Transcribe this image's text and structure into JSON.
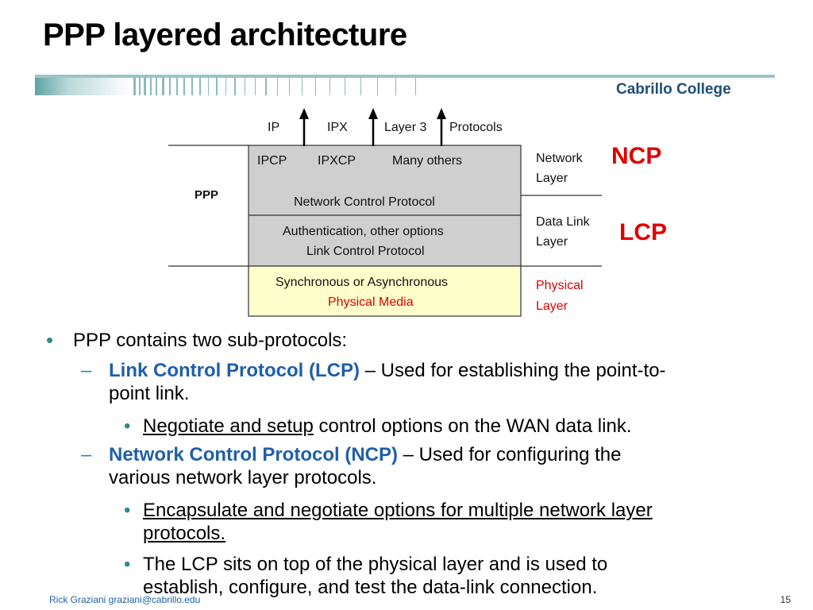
{
  "title": "PPP layered architecture",
  "brand": "Cabrillo College",
  "diagram": {
    "top_labels": [
      "IP",
      "IPX",
      "Layer 3",
      "Protocols"
    ],
    "ppp_label": "PPP",
    "ncp_row": [
      "IPCP",
      "IPXCP",
      "Many others"
    ],
    "ncp_name": "Network Control Protocol",
    "lcp_line1": "Authentication, other options",
    "lcp_line2": "Link Control Protocol",
    "phys_line1": "Synchronous or Asynchronous",
    "phys_line2": "Physical Media",
    "layer_network": [
      "Network",
      "Layer"
    ],
    "layer_datalink": [
      "Data Link",
      "Layer"
    ],
    "layer_physical": [
      "Physical",
      "Layer"
    ],
    "ncp_big": "NCP",
    "lcp_big": "LCP"
  },
  "bullets": {
    "b1": "PPP contains two sub-protocols:",
    "lcp_head": "Link Control Protocol (LCP)",
    "lcp_desc1": " – Used for establishing the point-to-",
    "lcp_desc2": "point link.",
    "lcp_sub_u": "Negotiate and setup",
    "lcp_sub_rest": " control options on the WAN data link.",
    "ncp_head": "Network Control Protocol (NCP)",
    "ncp_desc1": " – Used for configuring the",
    "ncp_desc2": "various network layer protocols.",
    "ncp_sub1_a": "Encapsulate and negotiate options for multiple network layer",
    "ncp_sub1_b": "protocols.",
    "ncp_sub2_a": "The LCP sits on top of the physical layer and is used to",
    "ncp_sub2_b": "establish, configure, and test the data-link connection.",
    "bullet_glyph": "•",
    "dash_glyph": "–"
  },
  "footer": {
    "author": "Rick Graziani  graziani@cabrillo.edu",
    "page": "15"
  },
  "colors": {
    "accent_red": "#e00000",
    "accent_blue": "#1f5fa8",
    "bullet_teal": "#2e8b8b",
    "box_gray": "#cfcfcf",
    "box_yellow": "#ffffcc"
  }
}
